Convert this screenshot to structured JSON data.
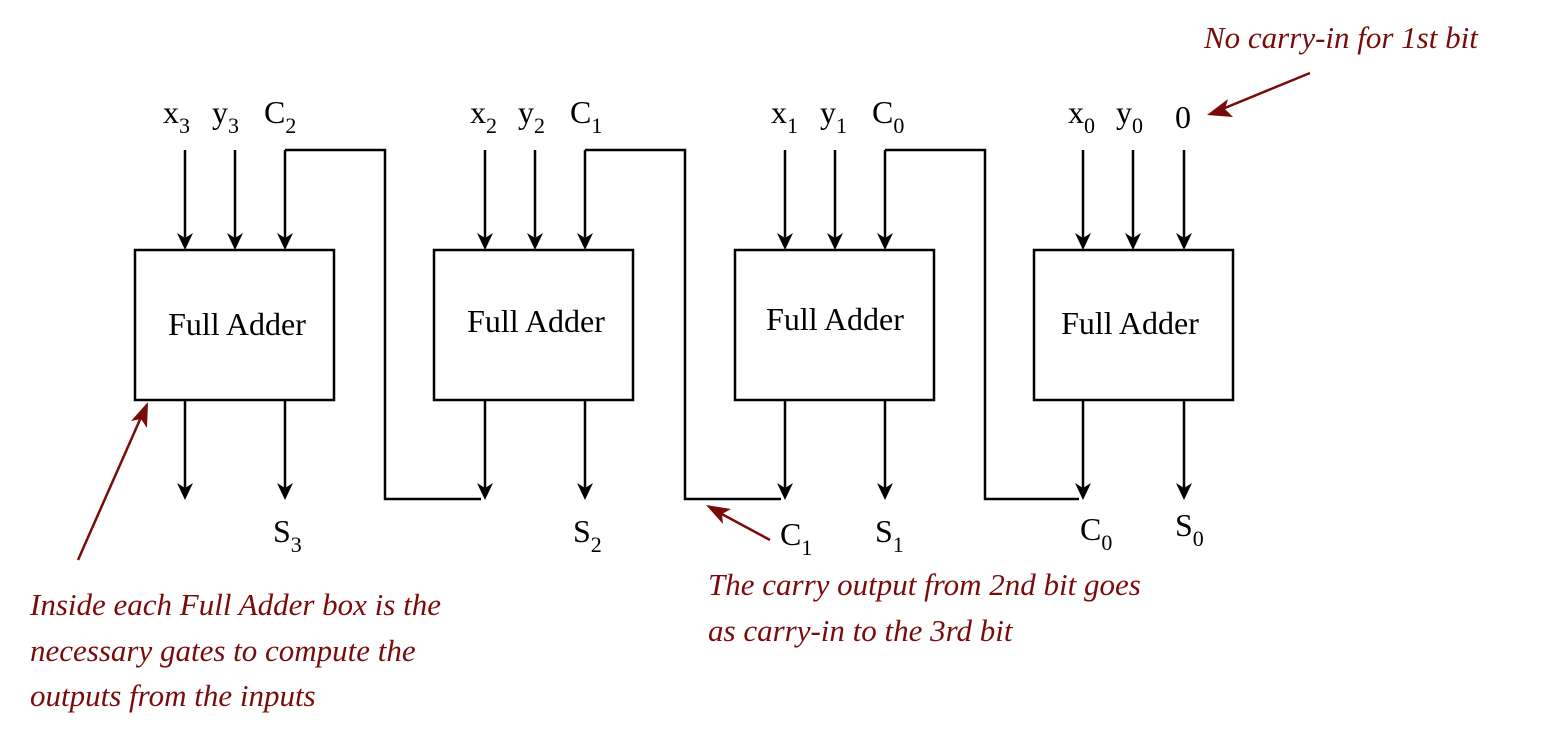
{
  "adders": [
    {
      "label": "Full Adder",
      "inputs": [
        {
          "base": "x",
          "sub": "3"
        },
        {
          "base": "y",
          "sub": "3"
        },
        {
          "base": "C",
          "sub": "2"
        }
      ],
      "sum": {
        "base": "S",
        "sub": "3"
      }
    },
    {
      "label": "Full Adder",
      "inputs": [
        {
          "base": "x",
          "sub": "2"
        },
        {
          "base": "y",
          "sub": "2"
        },
        {
          "base": "C",
          "sub": "1"
        }
      ],
      "sum": {
        "base": "S",
        "sub": "2"
      }
    },
    {
      "label": "Full Adder",
      "inputs": [
        {
          "base": "x",
          "sub": "1"
        },
        {
          "base": "y",
          "sub": "1"
        },
        {
          "base": "C",
          "sub": "0"
        }
      ],
      "sum": {
        "base": "S",
        "sub": "1"
      },
      "carry_out": {
        "base": "C",
        "sub": "1"
      }
    },
    {
      "label": "Full Adder",
      "inputs": [
        {
          "base": "x",
          "sub": "0"
        },
        {
          "base": "y",
          "sub": "0"
        },
        {
          "base": "0",
          "sub": ""
        }
      ],
      "sum": {
        "base": "S",
        "sub": "0"
      },
      "carry_out": {
        "base": "C",
        "sub": "0"
      }
    }
  ],
  "annotations": {
    "no_carry": "No carry-in for 1st bit",
    "inside_box": [
      "Inside each Full Adder box is the",
      "necessary gates to compute the",
      "outputs from the inputs"
    ],
    "carry_output": [
      "The carry output from 2nd bit goes",
      "as carry-in to the 3rd bit"
    ]
  },
  "colors": {
    "wire": "#000000",
    "annotation": "#7a0b0b"
  }
}
